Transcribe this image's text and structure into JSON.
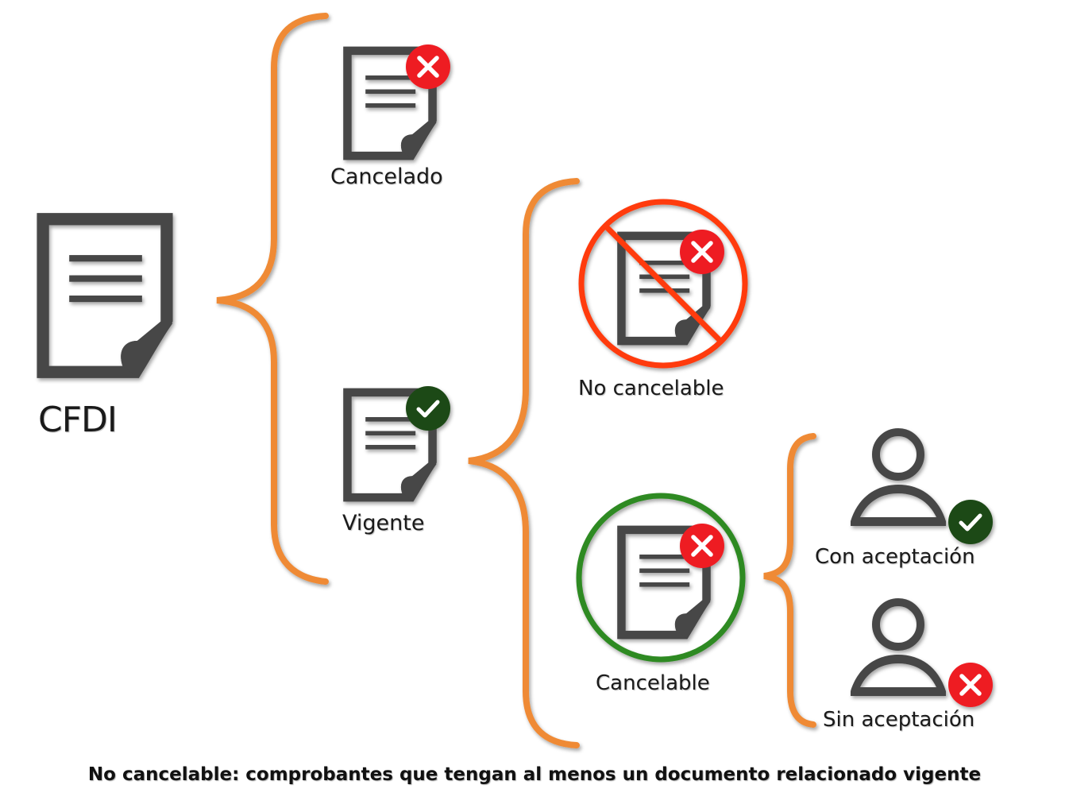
{
  "colors": {
    "brace": "#ef8a36",
    "doc": "#464646",
    "error_red": "#ee1c24",
    "ok_green": "#1f4a16",
    "prohibit_red": "#ff3b10",
    "allow_green": "#2e8a22"
  },
  "root": {
    "label": "CFDI",
    "icon": "document-icon"
  },
  "level1": [
    {
      "label": "Cancelado",
      "icon": "document-icon",
      "badge": "x-badge-icon"
    },
    {
      "label": "Vigente",
      "icon": "document-icon",
      "badge": "check-badge-icon"
    }
  ],
  "level2": [
    {
      "label": "No cancelable",
      "icon": "document-icon",
      "badge": "x-badge-icon",
      "frame": "prohibited-circle-icon"
    },
    {
      "label": "Cancelable",
      "icon": "document-icon",
      "badge": "x-badge-icon",
      "frame": "allowed-circle-icon"
    }
  ],
  "level3": [
    {
      "label": "Con aceptación",
      "icon": "user-icon",
      "badge": "check-badge-icon"
    },
    {
      "label": "Sin aceptación",
      "icon": "user-icon",
      "badge": "x-badge-icon"
    }
  ],
  "footnote": "No cancelable: comprobantes que tengan al menos un documento relacionado vigente"
}
